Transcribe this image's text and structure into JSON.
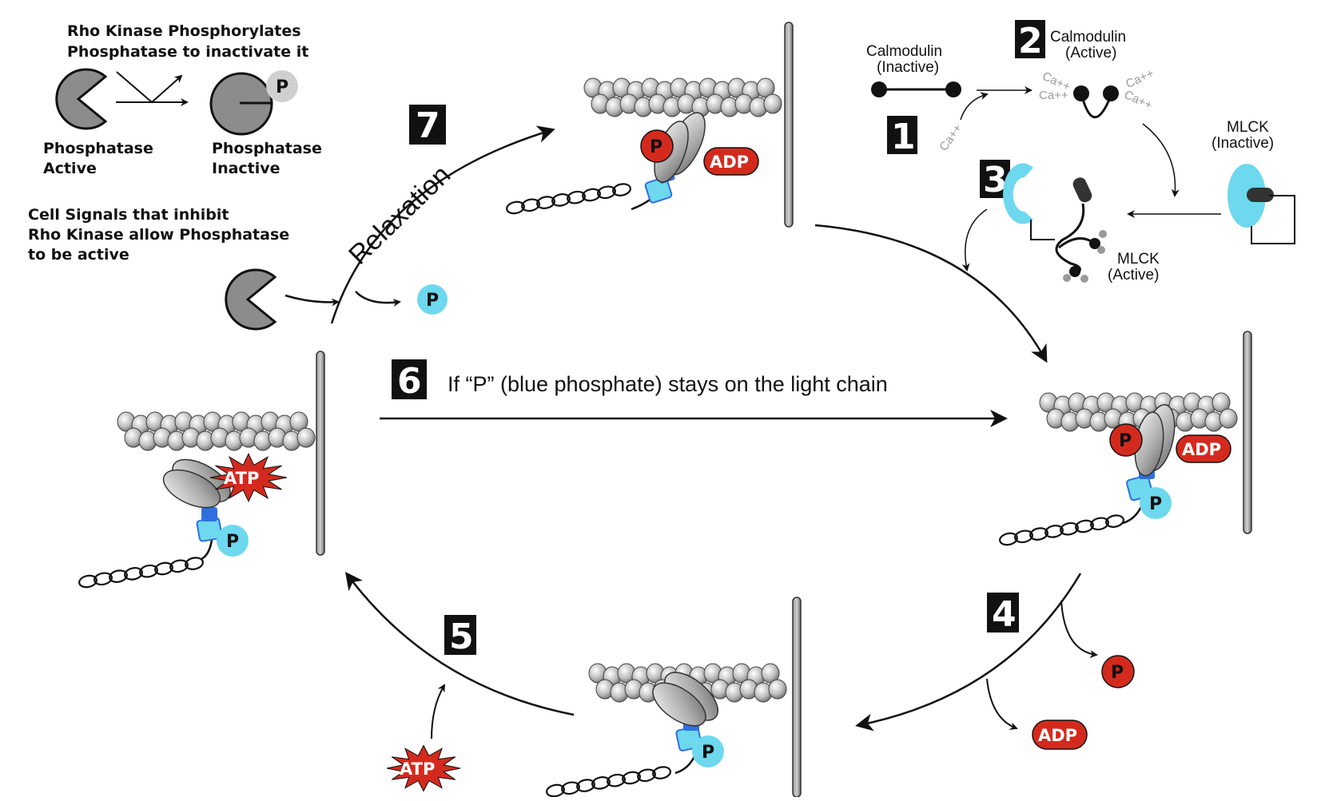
{
  "diagram": {
    "top_left": {
      "line1": "Rho Kinase Phosphorylates",
      "line2": "Phosphatase to inactivate it",
      "active_line1": "Phosphatase",
      "active_line2": "Active",
      "inactive_line1": "Phosphatase",
      "inactive_line2": "Inactive",
      "p_label": "P"
    },
    "cell_signals": {
      "line1": "Cell Signals that inhibit",
      "line2": "Rho Kinase allow Phosphatase",
      "line3": "to be active"
    },
    "relaxation": "Relaxation",
    "calmodulin_inactive": {
      "line1": "Calmodulin",
      "line2": "(Inactive)"
    },
    "calmodulin_active": {
      "line1": "Calmodulin",
      "line2": "(Active)"
    },
    "mlck_inactive": {
      "line1": "MLCK",
      "line2": "(Inactive)"
    },
    "mlck_active": {
      "line1": "MLCK",
      "line2": "(Active)"
    },
    "ca": "Ca++",
    "step6_text": "If “P” (blue phosphate) stays on the light chain",
    "steps": {
      "s1": "1",
      "s2": "2",
      "s3": "3",
      "s4": "4",
      "s5": "5",
      "s6": "6",
      "s7": "7"
    },
    "atp": "ATP",
    "adp": "ADP",
    "p": "P"
  },
  "colors": {
    "red": "#d42a1e",
    "blue_p": "#6ed8ee",
    "blue_neck": "#2f6fe0",
    "gray_light": "#c8c8c8",
    "gray_mid": "#888888"
  }
}
